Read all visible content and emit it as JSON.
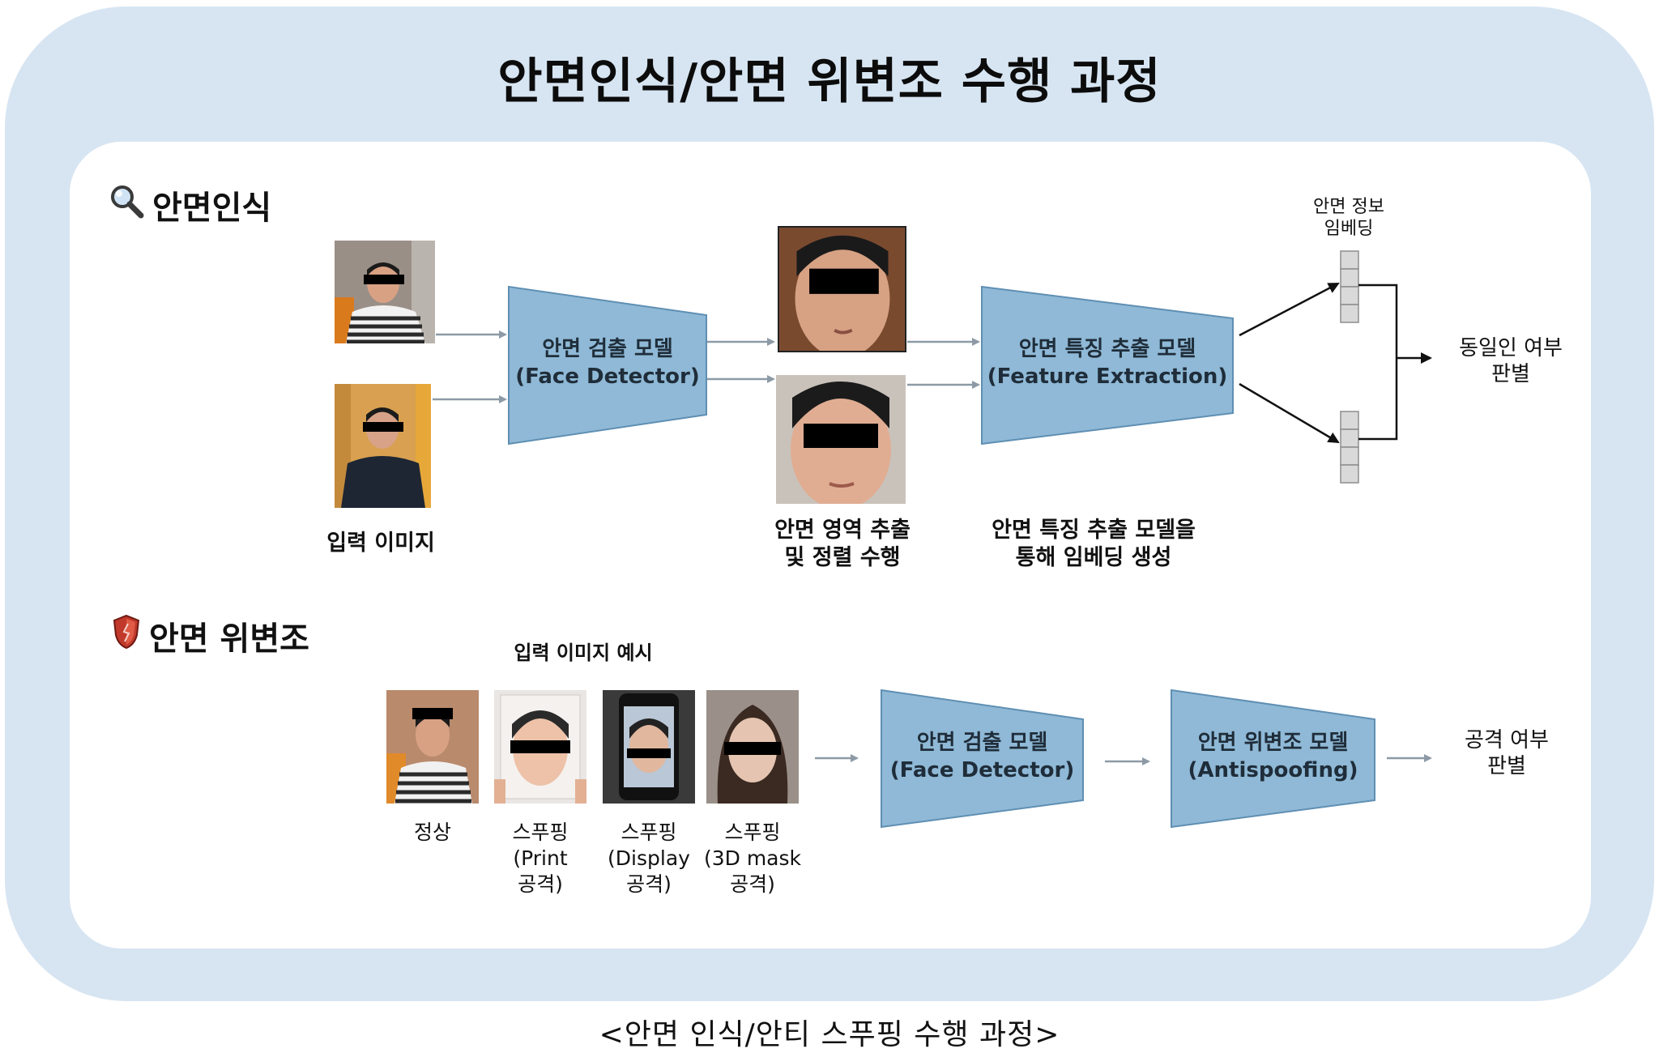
{
  "title": "안면인식/안면 위변조 수행 과정",
  "caption": "<안면 인식/안티 스푸핑 수행 과정>",
  "colors": {
    "frame": "#d7e5f2",
    "model_fill": "#8fb9d6",
    "model_stroke": "#5f8fb3",
    "redaction": "#000000"
  },
  "recognition": {
    "heading": "안면인식",
    "heading_icon": "magnifier-icon",
    "input_label": "입력 이미지",
    "detector_label": "안면 검출 모델",
    "detector_sub": "(Face Detector)",
    "crop_label_1": "안면 영역 추출",
    "crop_label_2": "및 정렬 수행",
    "extractor_label": "안면 특징 추출 모델",
    "extractor_sub": "(Feature Extraction)",
    "extractor_caption_1": "안면 특징 추출 모델을",
    "extractor_caption_2": "통해 임베딩 생성",
    "embedding_label_1": "안면 정보",
    "embedding_label_2": "임베딩",
    "result_label_1": "동일인 여부",
    "result_label_2": "판별"
  },
  "spoofing": {
    "heading": "안면 위변조",
    "heading_icon": "shield-icon",
    "examples_title": "입력 이미지 예시",
    "examples": [
      {
        "line1": "정상",
        "line2": "",
        "line3": ""
      },
      {
        "line1": "스푸핑",
        "line2": "(Print",
        "line3": "공격)"
      },
      {
        "line1": "스푸핑",
        "line2": "(Display",
        "line3": "공격)"
      },
      {
        "line1": "스푸핑",
        "line2": "(3D mask",
        "line3": "공격)"
      }
    ],
    "detector_label": "안면 검출 모델",
    "detector_sub": "(Face Detector)",
    "antispoof_label": "안면 위변조 모델",
    "antispoof_sub": "(Antispoofing)",
    "result_label_1": "공격 여부",
    "result_label_2": "판별"
  }
}
